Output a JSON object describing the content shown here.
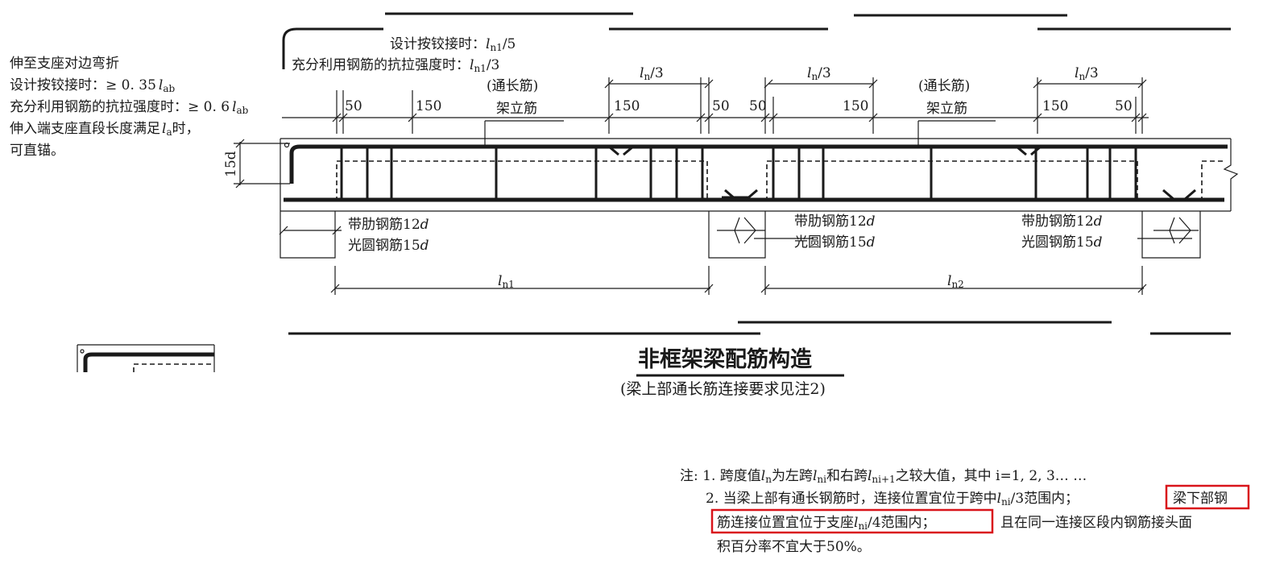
{
  "left_note": {
    "line1": "伸至支座对边弯折",
    "line2": "设计按铰接时：≥ 0. 35",
    "line2_l": "l",
    "line2_sub": "ab",
    "line3": "充分利用钢筋的抗拉强度时：≥ 0. 6",
    "line3_l": "l",
    "line3_sub": "ab",
    "line4": "伸入端支座直段长度满足",
    "line4_l": "l",
    "line4_sub": "a",
    "line4_end": "时，",
    "line5": "可直锚。"
  },
  "top_note": {
    "line1": "设计按铰接时：",
    "line1_l": "l",
    "line1_sub": "n1",
    "line1_end": "/5",
    "line2": "充分利用钢筋的抗拉强度时：",
    "line2_l": "l",
    "line2_sub": "n1",
    "line2_end": "/3"
  },
  "labels": {
    "tongchangjin": "(通长筋)",
    "jialijin": "架立筋",
    "dim_50": "50",
    "dim_150": "150",
    "dim_150b": "150",
    "ln3_l": "l",
    "ln3_sub": "n",
    "ln3_end": "/3",
    "d15": "15d",
    "dailei_1": "带肋钢筋12",
    "guangyuan_1": "光圆钢筋15",
    "d_letter": "d",
    "ln1_l": "l",
    "ln1_sub": "n1",
    "ln2_l": "l",
    "ln2_sub": "n2"
  },
  "title": "非框架梁配筋构造",
  "subtitle": "(梁上部通长筋连接要求见注2)",
  "notes": {
    "n1_prefix": "注: 1. 跨度值",
    "n1_l": "l",
    "n1_lsub": "n",
    "n1_mid": "为左跨",
    "n1_l2": "l",
    "n1_l2sub": "ni",
    "n1_mid2": "和右跨",
    "n1_l3": "l",
    "n1_l3sub": "ni+1",
    "n1_end": "之较大值，其中 i=1, 2, 3… …",
    "n2_a": "2. 当梁上部有通长钢筋时，连接位置宜位于跨中",
    "n2_l": "l",
    "n2_lsub": "ni",
    "n2_b": "/3范围内；",
    "n2_box1": "梁下部钢",
    "n2_c": "筋连接位置宜位于支座",
    "n2_l2": "l",
    "n2_l2sub": "ni",
    "n2_d": "/4范围内；",
    "n2_e": "且在同一连接区段内钢筋接头面",
    "n2_f": "积百分率不宜大于50%。"
  },
  "colors": {
    "ink": "#1a1a1a",
    "highlight": "#d9141b"
  }
}
